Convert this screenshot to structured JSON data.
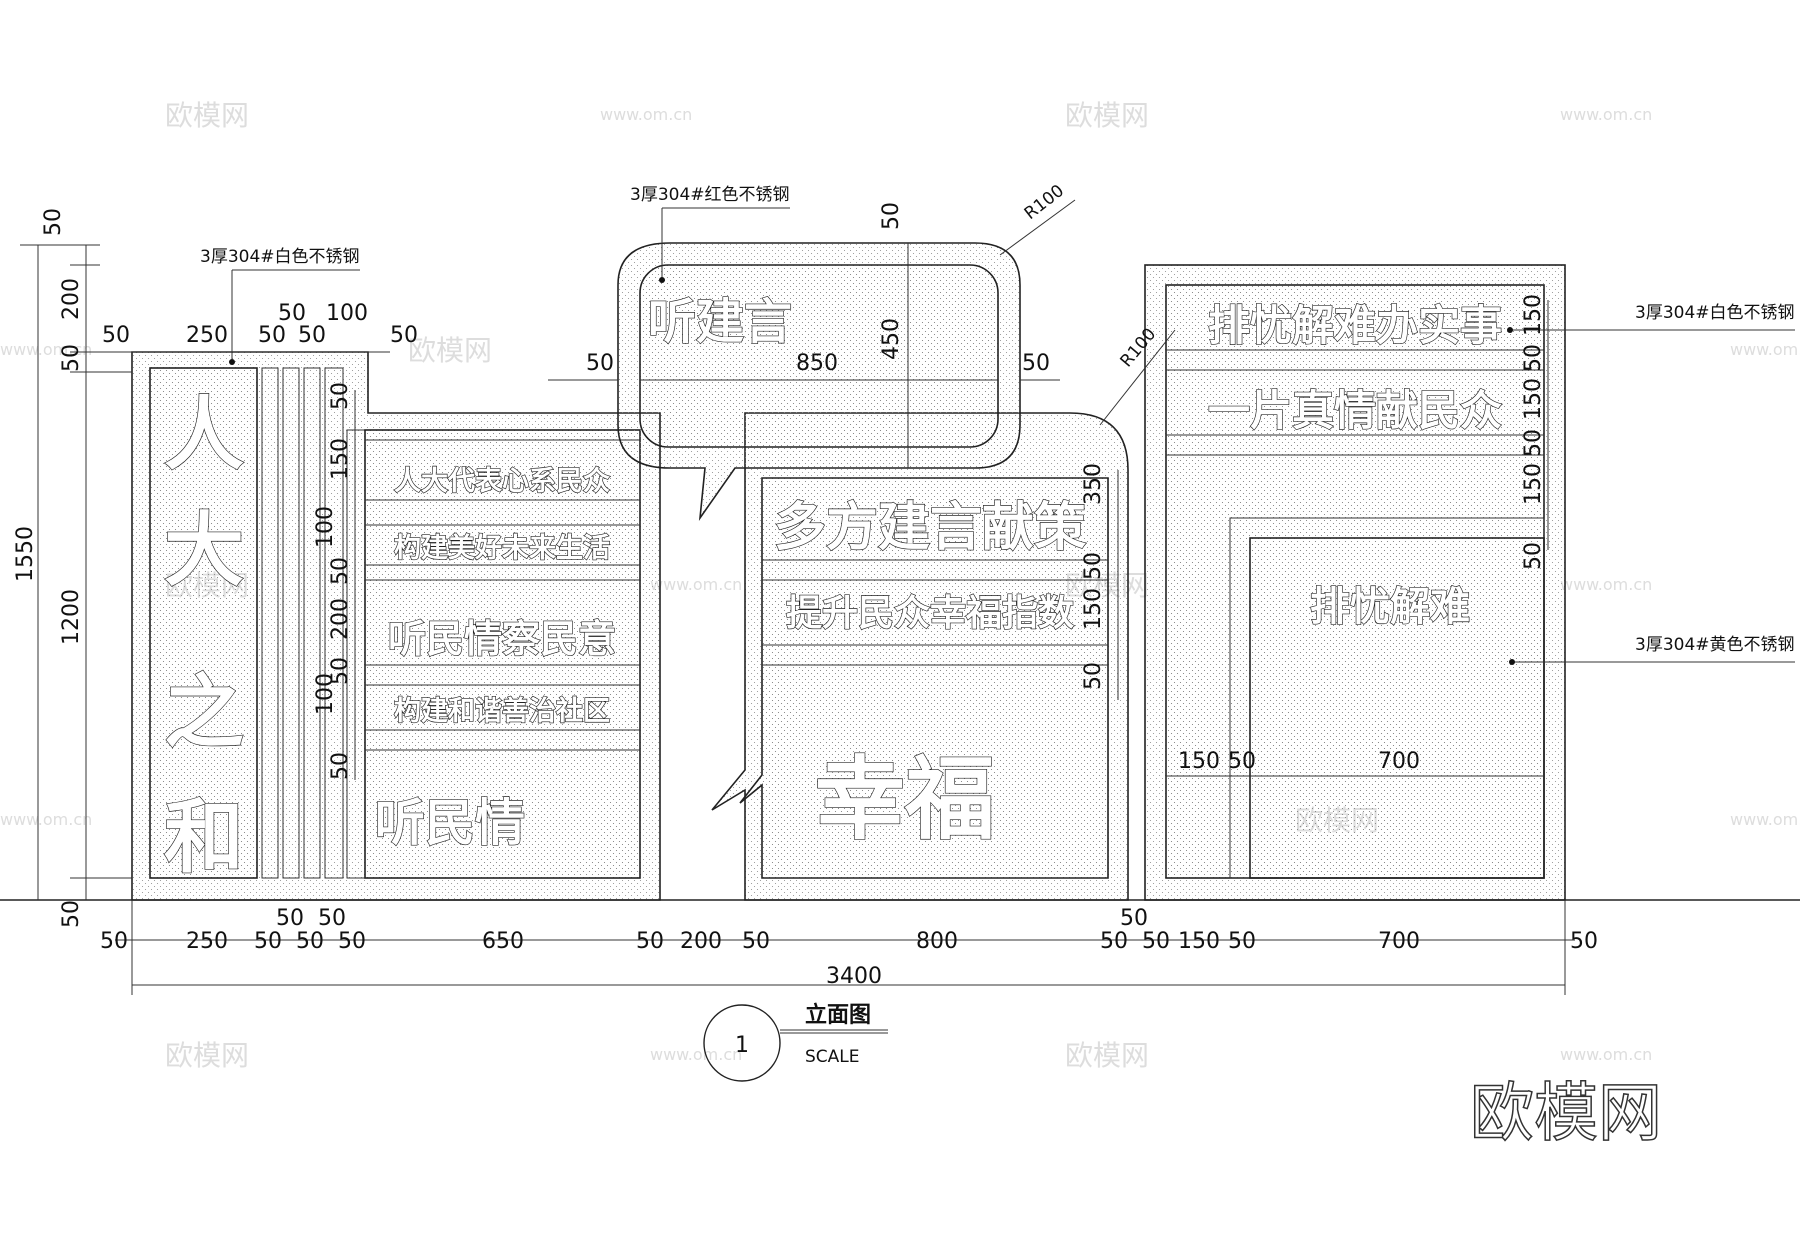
{
  "watermarks": {
    "logo_text": "欧模网",
    "site_text": "www.om.cn"
  },
  "brand_logo": "欧模网",
  "materials": {
    "white_steel_left": "3厚304#白色不锈钢",
    "red_steel": "3厚304#红色不锈钢",
    "white_steel_right": "3厚304#白色不锈钢",
    "yellow_steel": "3厚304#黄色不锈钢"
  },
  "radius_labels": [
    "R100",
    "R100"
  ],
  "signs": {
    "main_vertical": [
      "人",
      "大",
      "之",
      "和"
    ],
    "left_strips": [
      "人大代表心系民众",
      "构建美好未来生活",
      "听民情察民意",
      "构建和谐善治社区",
      "听民情"
    ],
    "bubble_title": "听建言",
    "middle_strips": [
      "多方建言献策",
      "提升民众幸福指数",
      "幸福"
    ],
    "right_strips": [
      "排忧解难办实事",
      "一片真情献民众",
      "排忧解难"
    ]
  },
  "dimensions": {
    "left_vertical": [
      "50",
      "200",
      "50",
      "1550",
      "1200",
      "50"
    ],
    "top_left": [
      "50",
      "250",
      "50",
      "50",
      "50",
      "100",
      "50"
    ],
    "left_inner_vertical": [
      "50",
      "150",
      "100",
      "50",
      "200",
      "50",
      "100",
      "50"
    ],
    "bubble": [
      "50",
      "450",
      "50",
      "850",
      "50"
    ],
    "middle_vertical": [
      "350",
      "50",
      "150",
      "50"
    ],
    "right_vertical": [
      "150",
      "50",
      "150",
      "50",
      "150",
      "50"
    ],
    "right_inner": [
      "150",
      "50",
      "700"
    ],
    "bottom": [
      "50",
      "250",
      "50",
      "50",
      "50",
      "50",
      "50",
      "650",
      "50",
      "200",
      "50",
      "800",
      "50",
      "50",
      "50",
      "150",
      "50",
      "700",
      "50"
    ],
    "total": "3400"
  },
  "title_block": {
    "number": "1",
    "title": "立面图",
    "scale": "SCALE"
  }
}
